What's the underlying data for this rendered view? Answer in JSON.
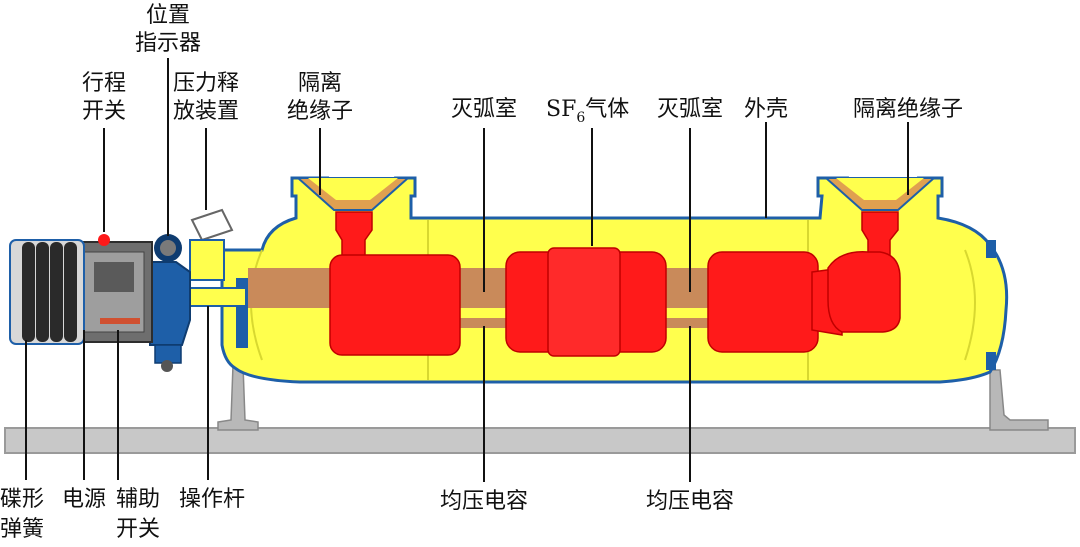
{
  "colors": {
    "gas": "#FFFF4D",
    "part": "#FF1A1A",
    "shaft": "#C98A5A",
    "outline": "#1E5FA8",
    "base": "#C8C8C8",
    "flange": "#E0A050"
  },
  "labels": {
    "position_indicator": [
      "位置",
      "指示器"
    ],
    "travel_switch": [
      "行程",
      "开关"
    ],
    "pressure_relief": [
      "压力释",
      "放装置"
    ],
    "isolating_insulator_left": [
      "隔离",
      "绝缘子"
    ],
    "interrupter_left": "灭弧室",
    "sf6_prefix": "SF",
    "sf6_sub": "6",
    "sf6_suffix": "气体",
    "interrupter_right": "灭弧室",
    "enclosure": "外壳",
    "isolating_insulator_right": "隔离绝缘子",
    "disc_spring": [
      "碟形",
      "弹簧"
    ],
    "power_supply": "电源",
    "auxiliary_switch": [
      "辅助",
      "开关"
    ],
    "operating_rod": "操作杆",
    "grading_capacitor_left": "均压电容",
    "grading_capacitor_right": "均压电容"
  }
}
